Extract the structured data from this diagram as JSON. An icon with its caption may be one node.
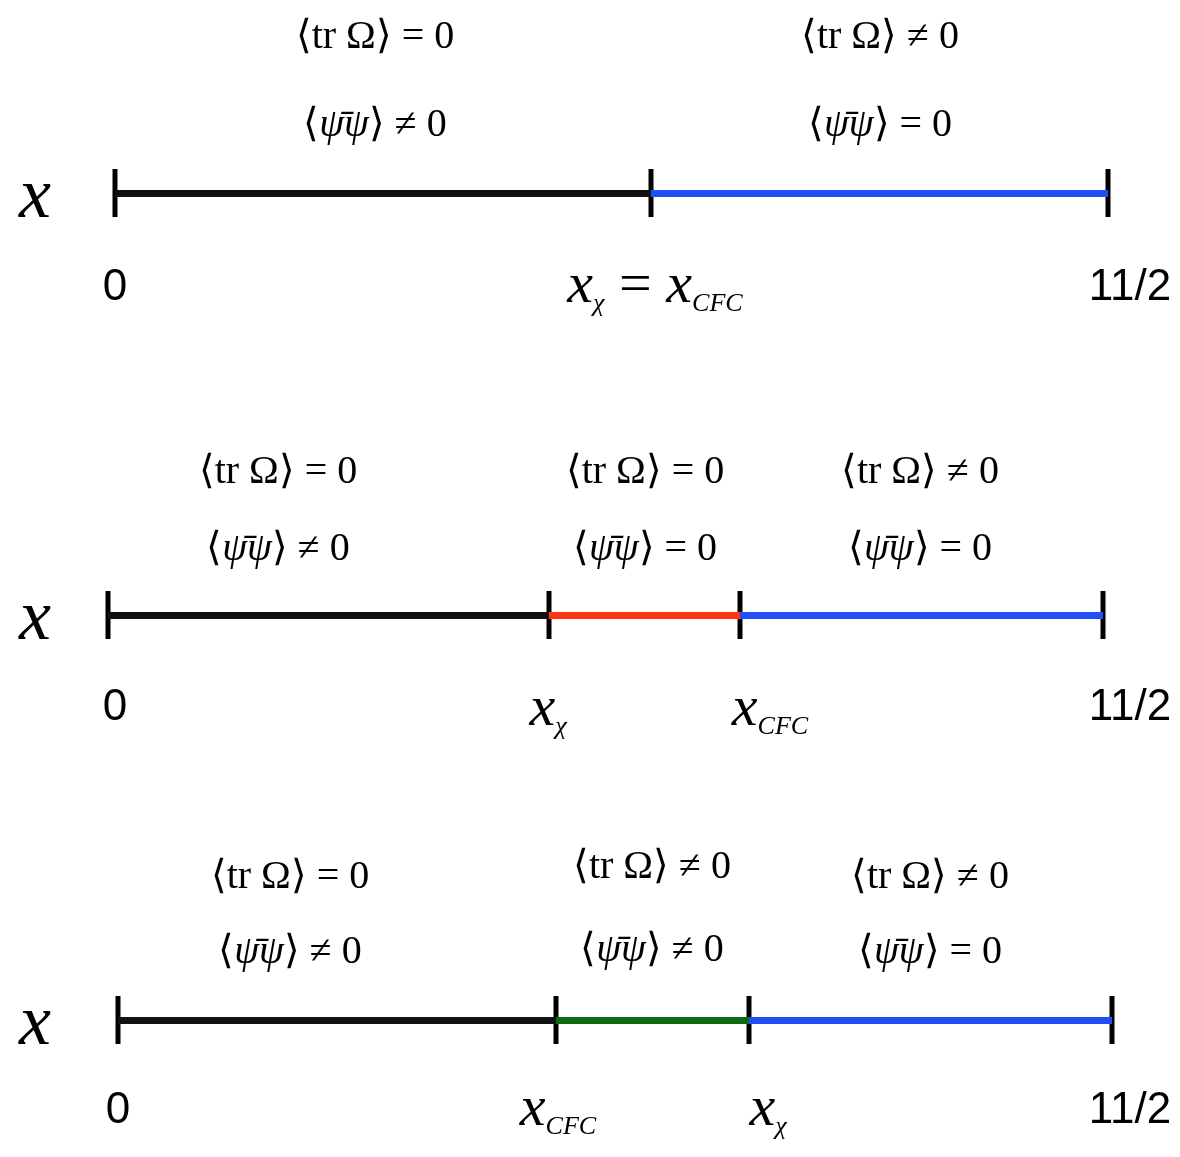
{
  "diagram": {
    "nodes": [
      {
        "text": [
          "⟨tr Ω⟩ = 0",
          "⟨*ψ̄ψ*⟩ ≠ 0"
        ]
      },
      {
        "text": [
          "⟨tr Ω⟩ ≠ 0",
          "⟨*ψ̄ψ*⟩ = 0"
        ]
      },
      {
        "text": [
          "⟨tr Ω⟩ = 0",
          "⟨*ψ̄ψ*⟩ ≠ 0"
        ]
      },
      {
        "text": [
          "⟨tr Ω⟩ = 0",
          "⟨*ψ̄ψ*⟩ = 0"
        ]
      },
      {
        "text": [
          "⟨tr Ω⟩ ≠ 0",
          "⟨*ψ̄ψ*⟩ = 0"
        ]
      },
      {
        "text": [
          "⟨tr Ω⟩ = 0",
          "⟨*ψ̄ψ*⟩ ≠ 0"
        ]
      },
      {
        "text": [
          "⟨tr Ω⟩ ≠ 0",
          "⟨*ψ̄ψ*⟩ ≠ 0"
        ]
      },
      {
        "text": [
          "⟨tr Ω⟩ ≠ 0",
          "⟨*ψ̄ψ*⟩ = 0"
        ]
      }
    ],
    "labels": [
      "*x*",
      "0",
      "*x*$_{χ}$ = *x*$_{CFC}$",
      "11/2",
      "*x*",
      "0",
      "*x*$_{χ}$",
      "*x*$_{CFC}$",
      "11/2",
      "*x*",
      "0",
      "*x*$_{CFC}$",
      "*x*$_{χ}$",
      "11/2"
    ]
  }
}
